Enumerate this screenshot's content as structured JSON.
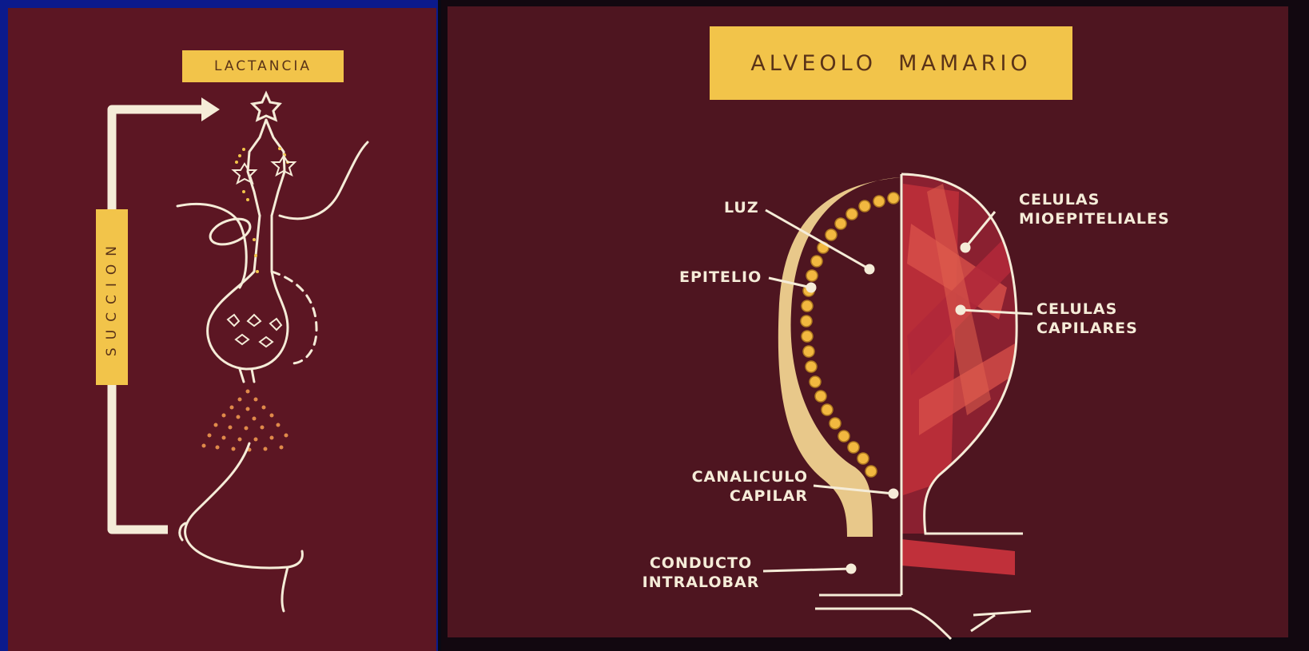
{
  "left_slide": {
    "title": "LACTANCIA",
    "side_label": "SUCCION"
  },
  "right_slide": {
    "title": "ALVEOLO  MAMARIO",
    "labels": {
      "luz": "LUZ",
      "epitelio": "EPITELIO",
      "canaliculo": [
        "CANALICULO",
        "CAPILAR"
      ],
      "conducto": [
        "CONDUCTO",
        "INTRALOBAR"
      ],
      "mioepiteliales": [
        "CELULAS",
        "MIOEPITELIALES"
      ],
      "capilares": [
        "CELULAS",
        "CAPILARES"
      ]
    }
  },
  "colors": {
    "background": "#5c1623",
    "label_yellow": "#f2c44a",
    "line_cream": "#f5ecd8",
    "muscle_red": "#c0303a"
  }
}
